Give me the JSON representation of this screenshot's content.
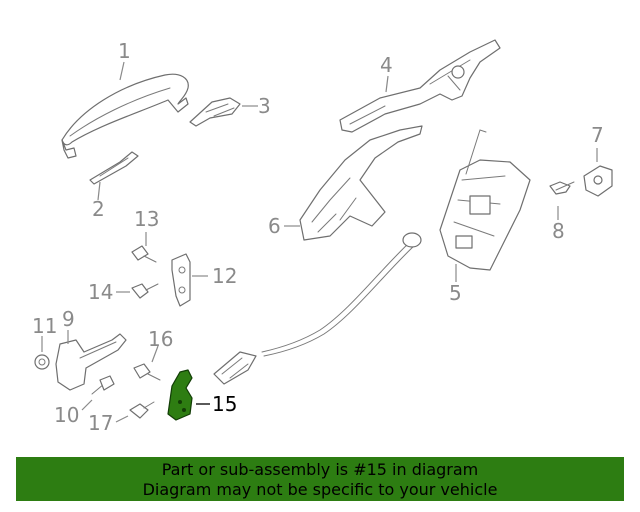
{
  "diagram": {
    "callouts": [
      {
        "id": "1",
        "label": "1"
      },
      {
        "id": "2",
        "label": "2"
      },
      {
        "id": "3",
        "label": "3"
      },
      {
        "id": "4",
        "label": "4"
      },
      {
        "id": "5",
        "label": "5"
      },
      {
        "id": "6",
        "label": "6"
      },
      {
        "id": "7",
        "label": "7"
      },
      {
        "id": "8",
        "label": "8"
      },
      {
        "id": "9",
        "label": "9"
      },
      {
        "id": "10",
        "label": "10"
      },
      {
        "id": "11",
        "label": "11"
      },
      {
        "id": "12",
        "label": "12"
      },
      {
        "id": "13",
        "label": "13"
      },
      {
        "id": "14",
        "label": "14"
      },
      {
        "id": "15",
        "label": "15",
        "highlighted": true
      },
      {
        "id": "16",
        "label": "16"
      },
      {
        "id": "17",
        "label": "17"
      }
    ],
    "highlight_color": "#2d7d12"
  },
  "banner": {
    "line1": "Part or sub-assembly is #15 in diagram",
    "line2": "Diagram may not be specific to your vehicle"
  }
}
